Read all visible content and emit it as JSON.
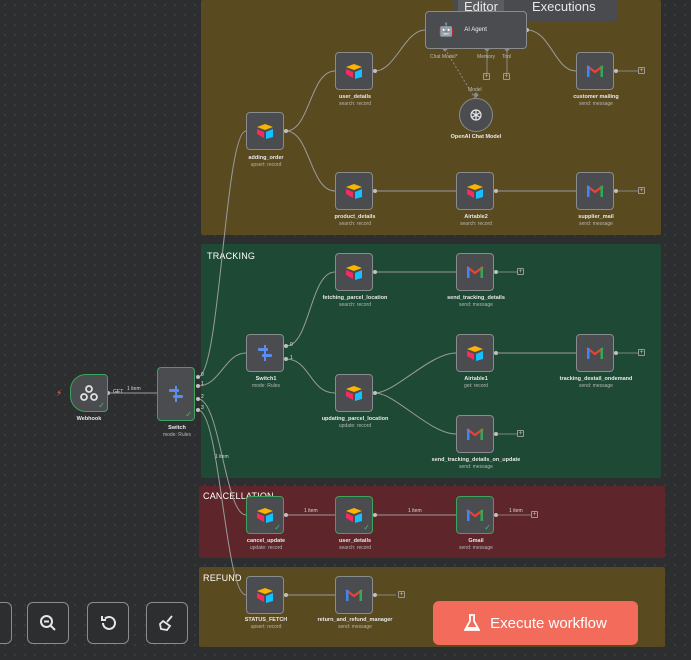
{
  "tabs": {
    "editor": "Editor",
    "executions": "Executions"
  },
  "sticky_titles": {
    "tracking": "TRACKING",
    "cancel": "CANCELLATION",
    "refund": "REFUND"
  },
  "nodes": {
    "webhook": {
      "name": "Webhook"
    },
    "switch": {
      "name": "Switch",
      "sub": "mode: Rules"
    },
    "adding_order": {
      "name": "adding_order",
      "sub": "upsert: record"
    },
    "user_details_top": {
      "name": "user_details",
      "sub": "search: record"
    },
    "ai_agent": {
      "name": "AI Agent",
      "ports": [
        "Chat Model*",
        "Memory",
        "Tool"
      ]
    },
    "openai": {
      "name": "OpenAI Chat Model",
      "port": "Model"
    },
    "customer_mailing": {
      "name": "customer mailing",
      "sub": "send: message"
    },
    "product_details": {
      "name": "product_details",
      "sub": "search: record"
    },
    "airtable2": {
      "name": "Airtable2",
      "sub": "search: record"
    },
    "supplier_mail": {
      "name": "supplier_mail",
      "sub": "send: message"
    },
    "switch1": {
      "name": "Switch1",
      "sub": "mode: Rules"
    },
    "fetching_parcel": {
      "name": "fetching_parcel_location",
      "sub": "search: record"
    },
    "send_tracking": {
      "name": "send_tracking_details",
      "sub": "send: message"
    },
    "updating_parcel": {
      "name": "updating_parcel_location",
      "sub": "update: record"
    },
    "airtable1": {
      "name": "Airtable1",
      "sub": "get: record"
    },
    "tracking_dest": {
      "name": "tracking_destail_ondemand",
      "sub": "send: message"
    },
    "send_tracking_update": {
      "name": "send_tracking_details_on_update",
      "sub": "send: message"
    },
    "cancel_update": {
      "name": "cancel_update",
      "sub": "update: record"
    },
    "user_details_cancel": {
      "name": "user_details",
      "sub": "search: record"
    },
    "gmail": {
      "name": "Gmail",
      "sub": "send: message"
    },
    "status_fetch": {
      "name": "STATUS_FETCH",
      "sub": "upsert: record"
    },
    "refund_manager": {
      "name": "return_and_refund_manager",
      "sub": "send: message"
    }
  },
  "port_labels": {
    "get": "GET",
    "s0": "0",
    "s1": "1",
    "s2": "2",
    "s3": "3",
    "w0": "0",
    "w1": "1"
  },
  "edge_labels": {
    "one_item": "1 item"
  },
  "execute_button": "Execute workflow",
  "colors": {
    "sticky_yellow": "#5a4a1f",
    "sticky_green": "#1e4a35",
    "sticky_red": "#5e262a",
    "accent": "#f26b5b"
  }
}
